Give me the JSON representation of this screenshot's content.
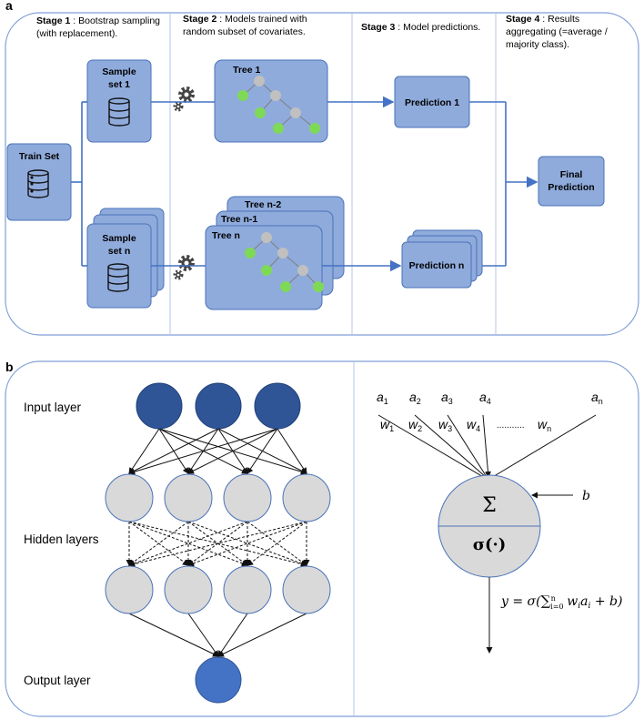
{
  "panel_a": {
    "letter": "a",
    "stages": [
      {
        "bold": "Stage 1",
        "text": " : Bootstrap sampling",
        "line2": "(with replacement)."
      },
      {
        "bold": "Stage 2",
        "text": " : Models trained with",
        "line2": "random subset of covariates."
      },
      {
        "bold": "Stage 3",
        "text": " : Model predictions.",
        "line2": ""
      },
      {
        "bold": "Stage 4",
        "text": " : Results",
        "line2": "aggregating (=average /",
        "line3": "majority class)."
      }
    ],
    "train_set": "Train Set",
    "sample_set_1": {
      "line1": "Sample",
      "line2": "set 1"
    },
    "sample_set_n": {
      "line1": "Sample",
      "line2": "set n"
    },
    "tree_1": "Tree 1",
    "tree_n2": "Tree n-2",
    "tree_n1": "Tree n-1",
    "tree_n": "Tree n",
    "prediction_1": "Prediction 1",
    "prediction_n": "Prediction n",
    "final": {
      "line1": "Final",
      "line2": "Prediction"
    },
    "colors": {
      "box_fill": "#8fabdc",
      "box_stroke": "#4a72b8",
      "arrow": "#4472c4",
      "leaf": "#7ed957",
      "node": "#c0c0c0"
    }
  },
  "panel_b": {
    "letter": "b",
    "input_label": "Input layer",
    "hidden_label": "Hidden  layers",
    "output_label": "Output layer",
    "inputs": [
      "a",
      "a",
      "a",
      "a",
      "a"
    ],
    "input_subs": [
      "1",
      "2",
      "3",
      "4",
      "n"
    ],
    "weights": [
      "w",
      "w",
      "w",
      "w",
      "w"
    ],
    "weight_subs": [
      "1",
      "2",
      "3",
      "4",
      "n"
    ],
    "dots": "...........",
    "bias": "b",
    "sum_symbol": "Σ",
    "activation": "σ(·)",
    "formula": {
      "lhs": "y =  σ(",
      "sum": "∑",
      "sum_sub": "i=0",
      "sum_sup": "n",
      "body": " w",
      "body_sub": "i",
      "a": "a",
      "a_sub": "i",
      "tail": " + b)"
    },
    "colors": {
      "input_node": "#2f5597",
      "hidden_node": "#d9d9d9",
      "output_node": "#4472c4"
    }
  }
}
